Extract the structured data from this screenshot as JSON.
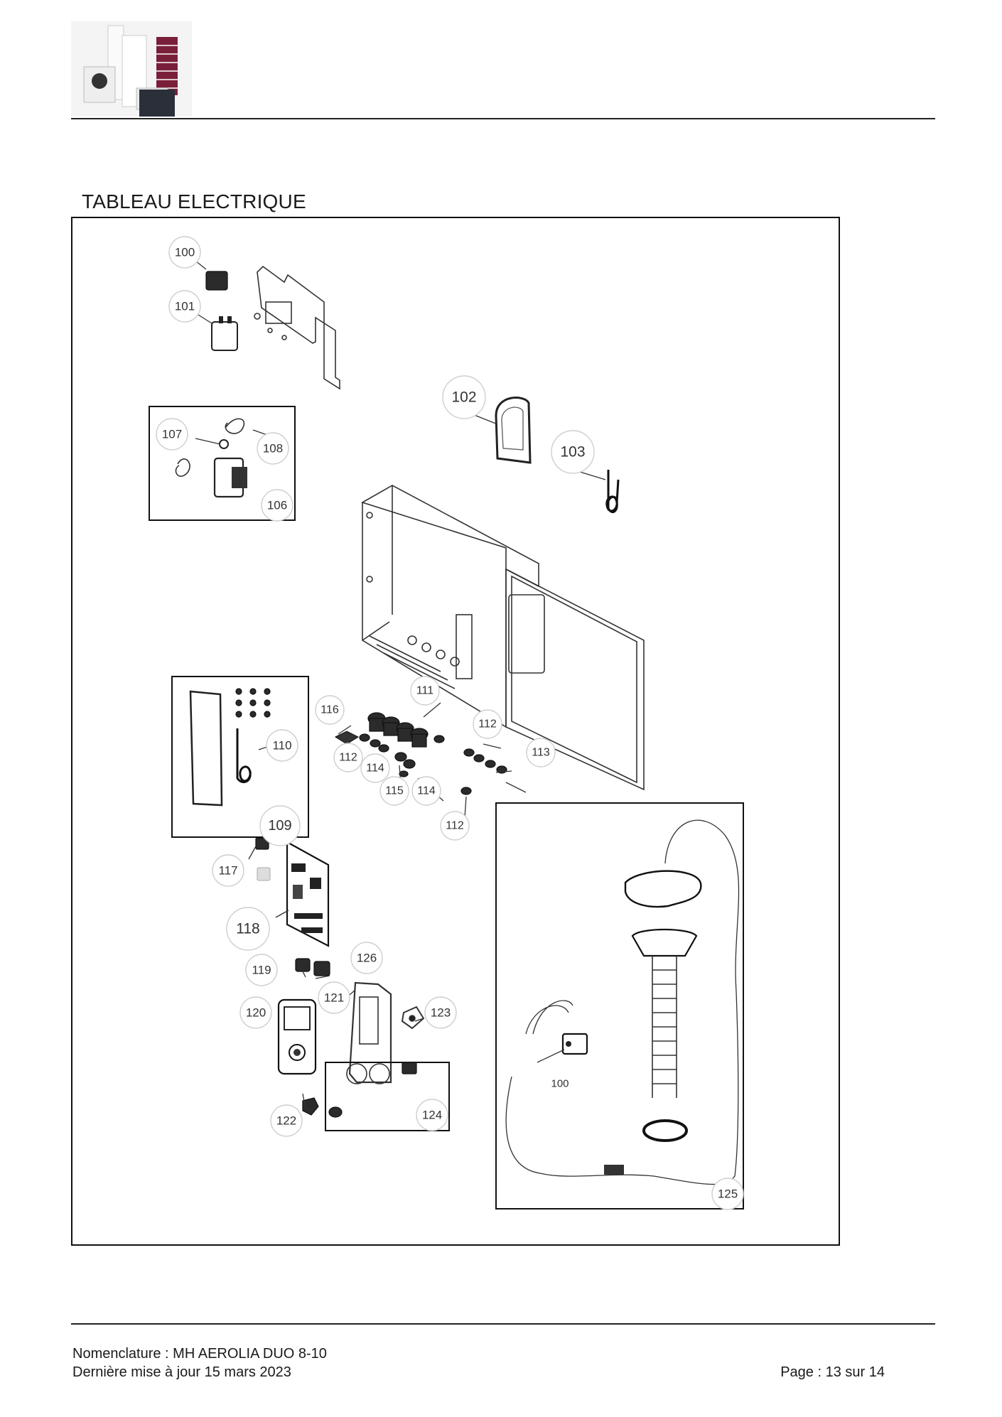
{
  "section_title": "TABLEAU ELECTRIQUE",
  "footer": {
    "document": "Nomenclature : MH AEROLIA DUO 8-10",
    "updated": "Dernière mise à jour 15 mars 2023",
    "page": "Page : 13 sur 14"
  },
  "callouts": {
    "c100": "100",
    "c101": "101",
    "c102": "102",
    "c103": "103",
    "c106": "106",
    "c107": "107",
    "c108": "108",
    "c109": "109",
    "c110": "110",
    "c111": "111",
    "c112a": "112",
    "c112b": "112",
    "c112c": "112",
    "c113": "113",
    "c114a": "114",
    "c114b": "114",
    "c115": "115",
    "c116": "116",
    "c117": "117",
    "c118": "118",
    "c119": "119",
    "c120": "120",
    "c121": "121",
    "c122": "122",
    "c123": "123",
    "c124": "124",
    "c125": "125",
    "c126": "126",
    "c100b": "100"
  }
}
